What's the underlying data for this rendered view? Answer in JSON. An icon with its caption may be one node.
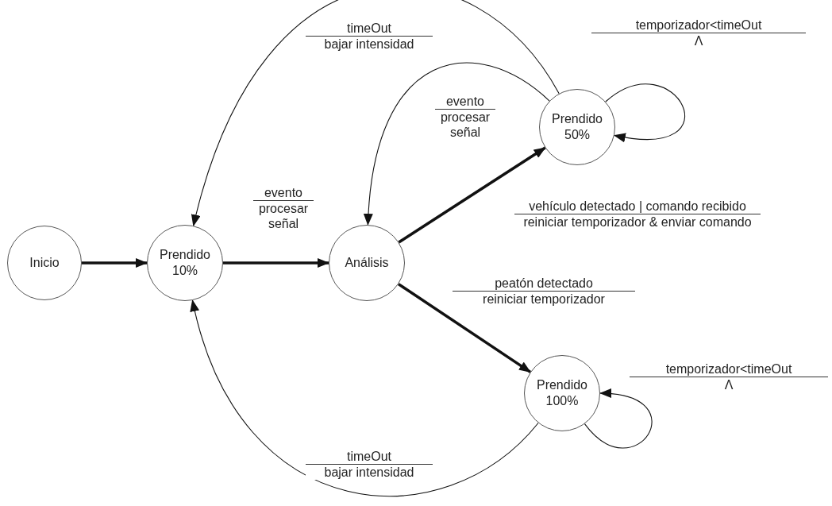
{
  "diagram": {
    "nodes": [
      {
        "text": [
          "Inicio"
        ]
      },
      {
        "text": [
          "Prendido 10%"
        ]
      },
      {
        "text": [
          "Análisis"
        ]
      },
      {
        "text": [
          "Prendido 50%"
        ]
      },
      {
        "text": [
          "Prendido 100%"
        ]
      }
    ],
    "edges": [
      {
        "from": 0,
        "to": 1,
        "arrow": "to",
        "style": "thick"
      },
      {
        "from": 1,
        "to": 2,
        "arrow": "to",
        "style": "thick",
        "label": [
          "evento",
          "procesar señal"
        ]
      },
      {
        "from": 2,
        "to": 3,
        "arrow": "to",
        "style": "thick",
        "label": [
          "vehículo detectado | comando recibido",
          "reiniciar temporizador & enviar comando"
        ]
      },
      {
        "from": 2,
        "to": 4,
        "arrow": "to",
        "style": "thick",
        "label": [
          "peatón detectado",
          "reiniciar temporizador"
        ]
      },
      {
        "from": 3,
        "to": 2,
        "arrow": "to",
        "label": [
          "evento",
          "procesar señal"
        ]
      },
      {
        "from": 3,
        "to": 1,
        "arrow": "to",
        "label": [
          "timeOut",
          "bajar intensidad"
        ]
      },
      {
        "from": 3,
        "to": 3,
        "arrow": "to",
        "label": [
          "temporizador<timeOut",
          "Λ"
        ]
      },
      {
        "from": 4,
        "to": 4,
        "arrow": "to",
        "label": [
          "temporizador<timeOut",
          "Λ"
        ]
      },
      {
        "from": 4,
        "to": 1,
        "arrow": "to",
        "label": [
          "timeOut",
          "bajar intensidad"
        ]
      }
    ]
  }
}
